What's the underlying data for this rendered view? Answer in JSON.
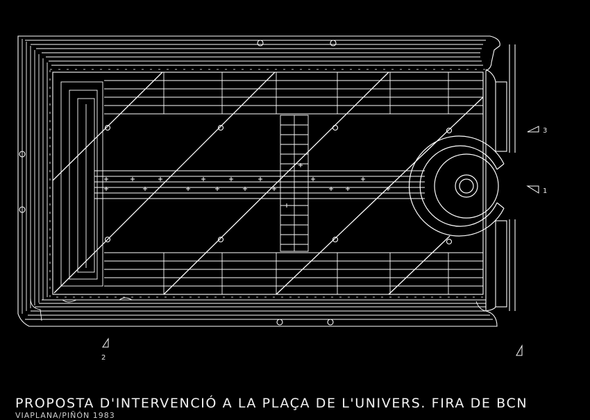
{
  "caption": {
    "title": "PROPOSTA D'INTERVENCIÓ A LA PLAÇA DE L'UNIVERS. FIRA DE BCN",
    "subtitle": "VIAPLANA/PIÑÓN 1983"
  },
  "section_markers": [
    {
      "id": "section-marker-1",
      "label": "1"
    },
    {
      "id": "section-marker-2",
      "label": "2"
    },
    {
      "id": "section-marker-3",
      "label": "3"
    }
  ],
  "colors": {
    "background": "#000000",
    "linework": "#ffffff"
  }
}
